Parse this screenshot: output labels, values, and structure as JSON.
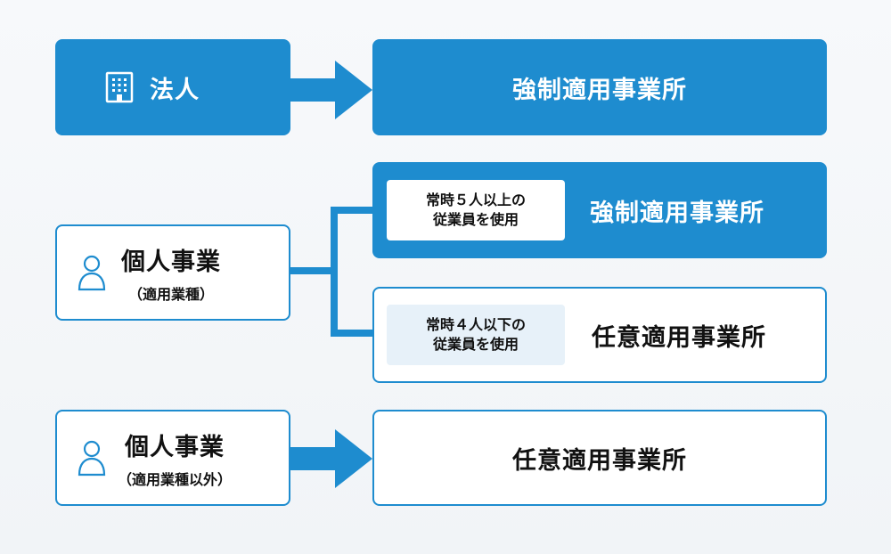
{
  "colors": {
    "primary": "#1e8ccf",
    "text": "#111111",
    "pale": "#e7f1f9"
  },
  "rows": [
    {
      "source": {
        "label": "法人",
        "icon": "building-icon"
      },
      "target": {
        "label": "強制適用事業所"
      }
    },
    {
      "source": {
        "title": "個人事業",
        "subtitle": "（適用業種）",
        "icon": "person-icon"
      },
      "branches": [
        {
          "condition_line1": "常時５人以上の",
          "condition_line2": "従業員を使用",
          "label": "強制適用事業所"
        },
        {
          "condition_line1": "常時４人以下の",
          "condition_line2": "従業員を使用",
          "label": "任意適用事業所"
        }
      ]
    },
    {
      "source": {
        "title": "個人事業",
        "subtitle": "（適用業種以外）",
        "icon": "person-icon"
      },
      "target": {
        "label": "任意適用事業所"
      }
    }
  ]
}
